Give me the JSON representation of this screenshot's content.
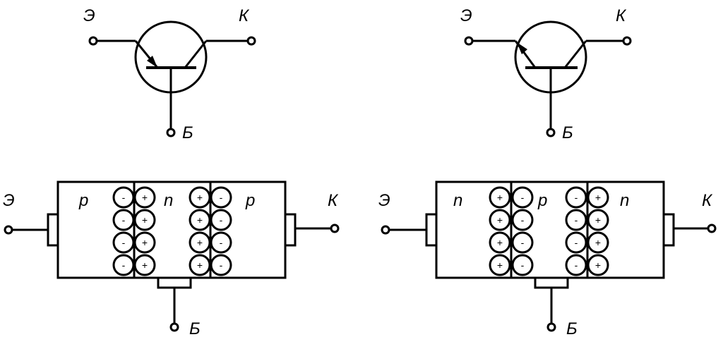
{
  "colors": {
    "stroke": "#000000",
    "background": "#ffffff"
  },
  "pnp": {
    "symbol": {
      "emitter": "Э",
      "collector": "К",
      "base": "Б"
    },
    "structure": {
      "emitter": "Э",
      "collector": "К",
      "base": "Б",
      "regions": [
        "p",
        "n",
        "p"
      ],
      "left_junction": {
        "left_sign": "-",
        "right_sign": "+"
      },
      "right_junction": {
        "left_sign": "+",
        "right_sign": "-"
      }
    }
  },
  "npn": {
    "symbol": {
      "emitter": "Э",
      "collector": "К",
      "base": "Б"
    },
    "structure": {
      "emitter": "Э",
      "collector": "К",
      "base": "Б",
      "regions": [
        "n",
        "p",
        "n"
      ],
      "left_junction": {
        "left_sign": "+",
        "right_sign": "-"
      },
      "right_junction": {
        "left_sign": "-",
        "right_sign": "+"
      }
    }
  }
}
